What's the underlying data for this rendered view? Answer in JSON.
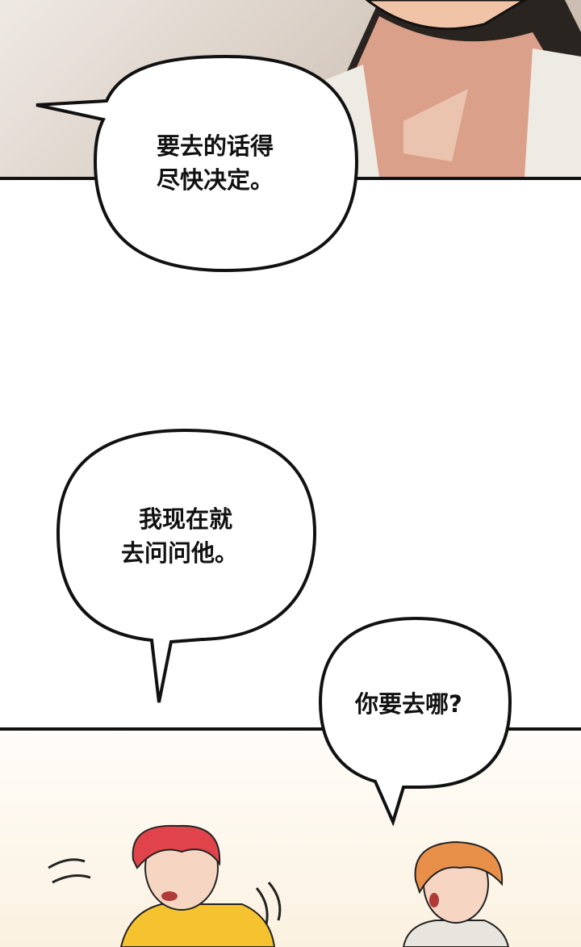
{
  "bubbles": [
    {
      "lines": [
        "要去的话得",
        "尽快决定。"
      ]
    },
    {
      "lines": [
        "我现在就",
        "去问问他。"
      ]
    },
    {
      "lines": [
        "你要去哪?"
      ]
    }
  ],
  "colors": {
    "ink": "#111111",
    "top_bg": "#d8cdc3",
    "bottom_bg": "#fdf6ea",
    "red_hair": "#e0444a",
    "orange_hair": "#e8904a",
    "yellow_shirt": "#f5c330"
  }
}
